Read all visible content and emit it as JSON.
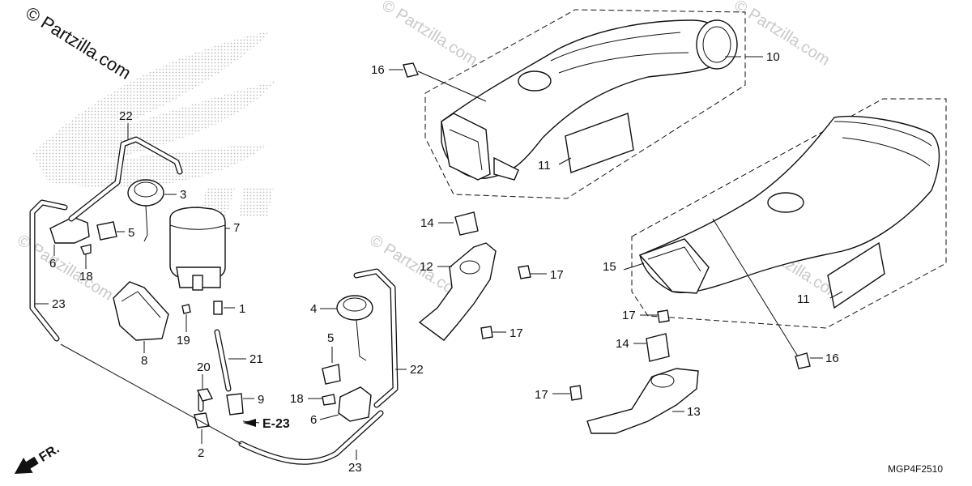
{
  "watermark": {
    "site": "© Partzilla.com"
  },
  "diagram_code": "MGP4F2510",
  "front_arrow": {
    "label": "FR."
  },
  "reference": {
    "label": "E-23"
  },
  "callouts": [
    "1",
    "2",
    "3",
    "4",
    "5",
    "5",
    "6",
    "6",
    "7",
    "8",
    "9",
    "10",
    "11",
    "11",
    "12",
    "13",
    "14",
    "14",
    "15",
    "16",
    "16",
    "17",
    "17",
    "17",
    "17",
    "18",
    "18",
    "19",
    "20",
    "21",
    "22",
    "22",
    "23",
    "23"
  ]
}
